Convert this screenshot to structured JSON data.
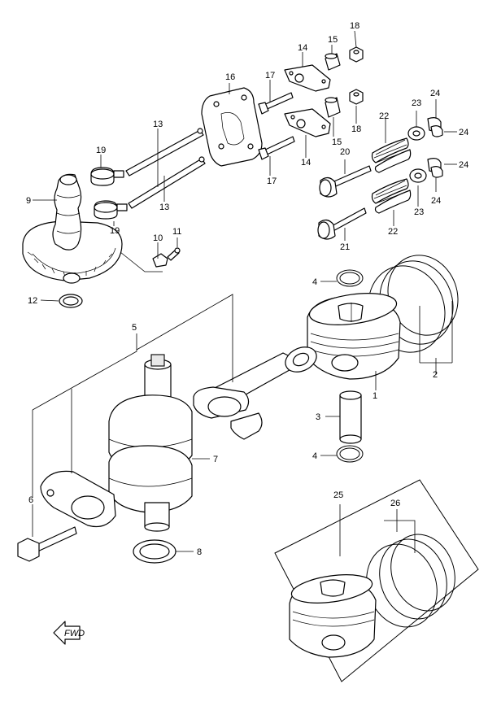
{
  "labels": {
    "p1": "1",
    "p2": "2",
    "p3": "3",
    "p4a": "4",
    "p4b": "4",
    "p5": "5",
    "p6": "6",
    "p7": "7",
    "p8": "8",
    "p9": "9",
    "p10": "10",
    "p11": "11",
    "p12": "12",
    "p13a": "13",
    "p13b": "13",
    "p14a": "14",
    "p14b": "14",
    "p15a": "15",
    "p15b": "15",
    "p16": "16",
    "p17a": "17",
    "p17b": "17",
    "p18a": "18",
    "p18b": "18",
    "p19a": "19",
    "p19b": "19",
    "p20": "20",
    "p21": "21",
    "p22a": "22",
    "p22b": "22",
    "p23a": "23",
    "p23b": "23",
    "p24a": "24",
    "p24b": "24",
    "p24c": "24",
    "p24d": "24",
    "p25": "25",
    "p26": "26"
  },
  "fwd_marker": "FWD"
}
